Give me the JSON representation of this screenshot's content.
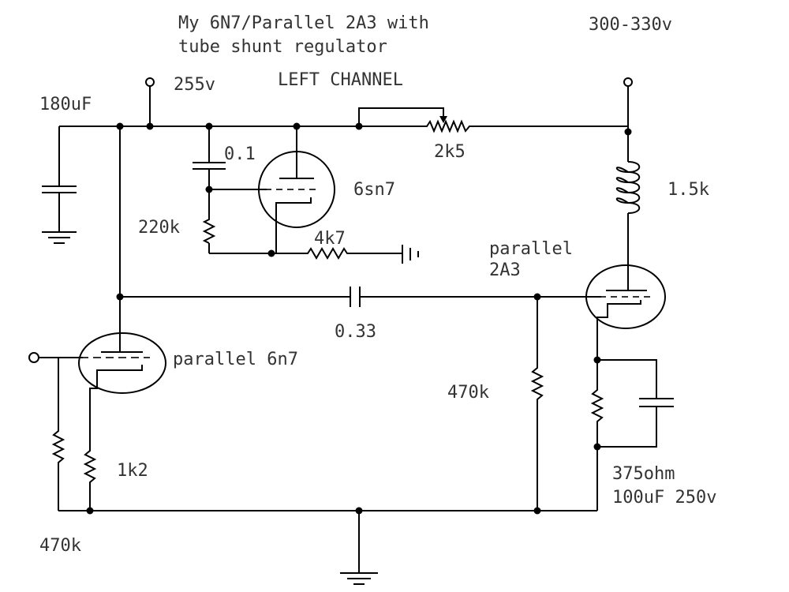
{
  "title": {
    "line1": "My 6N7/Parallel 2A3 with",
    "line2": "tube shunt regulator"
  },
  "channel_label": "LEFT CHANNEL",
  "voltages": {
    "b_plus_low": "255v",
    "b_plus_high": "300-330v"
  },
  "components": {
    "reservoir_cap": "180uF",
    "bypass_cap": "0.1",
    "regulator_tube": "6sn7",
    "series_pot": "2k5",
    "choke": "1.5k",
    "grid_resistor_reg": "220k",
    "cathode_resistor_reg": "4k7",
    "output_tube_line1": "parallel",
    "output_tube_line2": "2A3",
    "coupling_cap": "0.33",
    "driver_tube": "parallel 6n7",
    "output_grid_resistor": "470k",
    "driver_cathode_resistor": "1k2",
    "input_grid_resistor": "470k",
    "output_cathode_parts_line1": "375ohm",
    "output_cathode_parts_line2": "100uF 250v"
  }
}
